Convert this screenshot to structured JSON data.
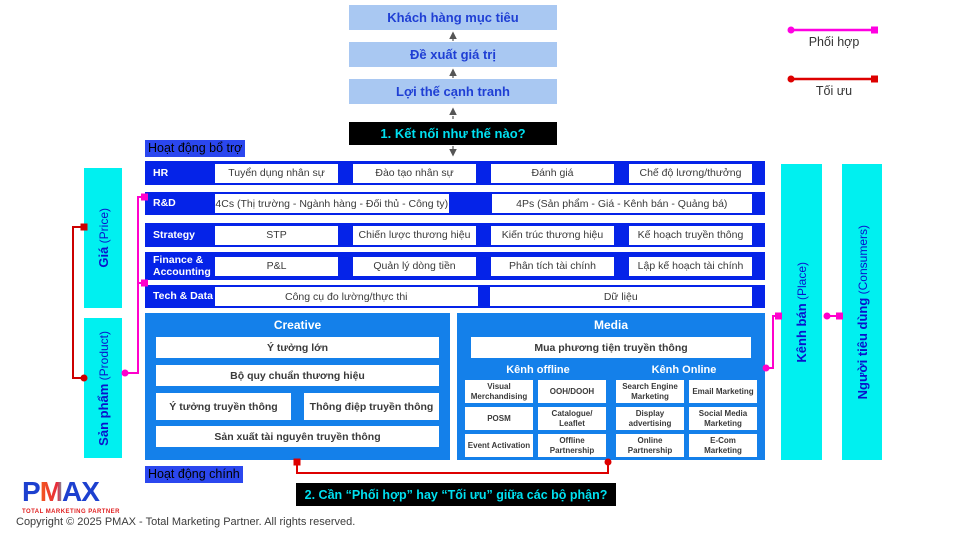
{
  "top_stack": {
    "box1": "Khách hàng mục tiêu",
    "box2": "Đề xuất giá trị",
    "box3": "Lợi thế cạnh tranh",
    "question1": "1. Kết nối như thế nào?"
  },
  "section_labels": {
    "support": "Hoạt động bổ trợ",
    "primary": "Hoạt động chính"
  },
  "support_rows": [
    {
      "label": "HR",
      "items": [
        "Tuyển dụng nhân sự",
        "Đào tạo nhân sự",
        "Đánh giá",
        "Chế độ lương/thưởng"
      ]
    },
    {
      "label": "R&D",
      "items": [
        "4Cs (Thị trường - Ngành hàng - Đối thủ - Công ty)",
        "4Ps (Sản phẩm - Giá - Kênh bán - Quảng bá)"
      ]
    },
    {
      "label": "Strategy",
      "items": [
        "STP",
        "Chiến lược thương hiệu",
        "Kiến trúc thương hiệu",
        "Kế hoạch truyền thông"
      ]
    },
    {
      "label": "Finance & Accounting",
      "items": [
        "P&L",
        "Quản lý dòng tiền",
        "Phân tích tài chính",
        "Lập kế hoạch tài chính"
      ]
    },
    {
      "label": "Tech & Data",
      "items": [
        "Công cụ đo lường/thực thi",
        "Dữ liệu"
      ]
    }
  ],
  "creative": {
    "title": "Creative",
    "box1": "Ý tưởng lớn",
    "box2": "Bộ quy chuẩn thương hiệu",
    "box3a": "Ý tưởng truyền thông",
    "box3b": "Thông điệp truyền thông",
    "box4": "Sản xuất tài nguyên truyền thông"
  },
  "media": {
    "title": "Media",
    "buying": "Mua phương tiện truyền thông",
    "offline_header": "Kênh offline",
    "online_header": "Kênh Online",
    "offline_items": [
      "Visual Merchandising",
      "OOH/DOOH",
      "POSM",
      "Catalogue/ Leaflet",
      "Event Activation",
      "Offline Partnership"
    ],
    "online_items": [
      "Search Engine Marketing",
      "Email Marketing",
      "Display advertising",
      "Social Media Marketing",
      "Online Partnership",
      "E-Com Marketing"
    ]
  },
  "side_bars": {
    "price_bold": "Giá",
    "price_normal": " (Price)",
    "product_bold": "Sản phẩm",
    "product_normal": " (Product)",
    "place_bold": "Kênh bán",
    "place_normal": " (Place)",
    "consumers_bold": "Người tiêu dùng",
    "consumers_normal": " (Consumers)"
  },
  "legend": {
    "coordinate": "Phối hợp",
    "optimize": "Tối ưu",
    "coordinate_color": "#ff00e1",
    "optimize_color": "#dd0000"
  },
  "question2": "2. Cần “Phối hợp” hay “Tối ưu” giữa các bộ phận?",
  "footer": {
    "logo_p": "P",
    "logo_m": "M",
    "logo_ax": "AX",
    "logo_tagline": "TOTAL MARKETING PARTNER",
    "copyright": "Copyright © 2025 PMAX - Total Marketing Partner. All rights reserved."
  },
  "colors": {
    "row_blue": "#0523e8",
    "panel_blue": "#1480ea",
    "cyan_bar": "#00f0f0",
    "light_blue_box": "#a9c8f2",
    "highlight_label": "#2b47ef",
    "black_box_text": "#00e0f0"
  }
}
